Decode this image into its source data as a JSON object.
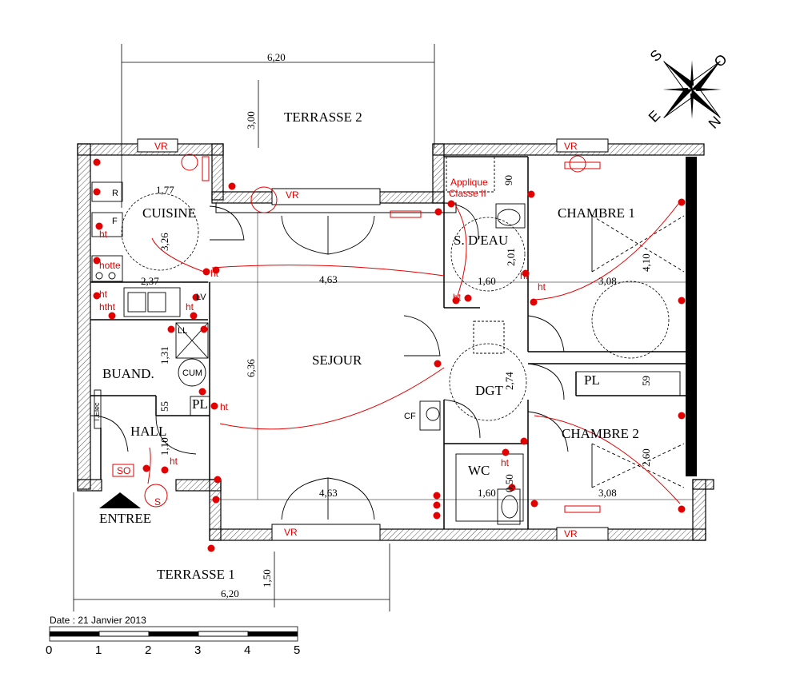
{
  "rooms": {
    "terrasse2": "TERRASSE 2",
    "terrasse1": "TERRASSE 1",
    "cuisine": "CUISINE",
    "sejour": "SEJOUR",
    "sdeau": "S. D'EAU",
    "chambre1": "CHAMBRE 1",
    "chambre2": "CHAMBRE 2",
    "buanderie": "BUAND.",
    "hall": "HALL",
    "dgt": "DGT",
    "wc": "WC",
    "entree": "ENTREE",
    "pl1": "PL",
    "pl2": "PL"
  },
  "dimensions": {
    "t2_width": "6,20",
    "t2_depth": "3,00",
    "t1_width": "6,20",
    "t1_depth": "1,50",
    "cuisine_w": "1,77",
    "cuisine_d": "3,26",
    "cuisine_w2": "2,37",
    "sejour_w_top": "4,63",
    "sejour_w_bottom": "4,63",
    "sejour_d": "6,36",
    "sdeau_top": "90",
    "sdeau_d": "2,01",
    "sdeau_w": "1,60",
    "chambre1_d": "4,10",
    "chambre1_w": "3,08",
    "dgt_d": "2,74",
    "pl_d": "59",
    "chambre2_d": "2,60",
    "chambre2_w": "3,08",
    "wc_w": "1,60",
    "wc_d": "0,50",
    "buand_d": "1,31",
    "hall_pl": "55",
    "hall_d": "1,10"
  },
  "fixtures": {
    "r": "R",
    "f": "F",
    "lv": "LV",
    "ll": "LL",
    "cum": "CUM",
    "cf": "CF",
    "telec": "T.Elec"
  },
  "electrical": {
    "vr": "VR",
    "ht": "ht",
    "htht": "htht",
    "hotte": "hotte",
    "so": "SO",
    "s": "S",
    "applique1": "Applique",
    "applique2": "Classe II"
  },
  "compass": {
    "s": "S",
    "o": "O",
    "e": "E",
    "n": "N"
  },
  "date": "Date : 21 Janvier 2013",
  "scale": {
    "ticks": [
      "0",
      "1",
      "2",
      "3",
      "4",
      "5"
    ]
  },
  "colors": {
    "electrical": "#e30000",
    "walls": "#000000",
    "hatch": "#555555"
  }
}
